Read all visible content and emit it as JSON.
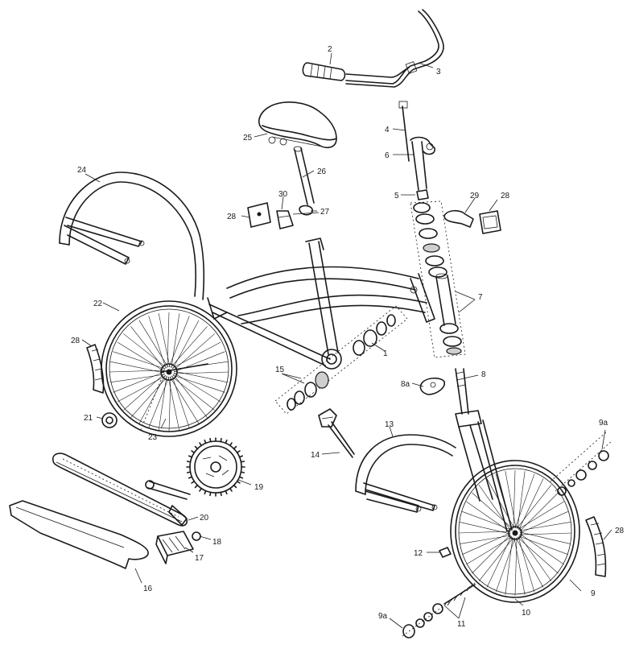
{
  "diagram": {
    "callouts": [
      {
        "id": "1",
        "text": "1"
      },
      {
        "id": "2",
        "text": "2"
      },
      {
        "id": "3",
        "text": "3"
      },
      {
        "id": "4",
        "text": "4"
      },
      {
        "id": "5",
        "text": "5"
      },
      {
        "id": "6",
        "text": "6"
      },
      {
        "id": "7",
        "text": "7"
      },
      {
        "id": "8",
        "text": "8"
      },
      {
        "id": "8a",
        "text": "8a"
      },
      {
        "id": "9",
        "text": "9"
      },
      {
        "id": "9a_top",
        "text": "9a"
      },
      {
        "id": "9a_bottom",
        "text": "9a"
      },
      {
        "id": "10",
        "text": "10"
      },
      {
        "id": "11",
        "text": "11"
      },
      {
        "id": "12",
        "text": "12"
      },
      {
        "id": "13",
        "text": "13"
      },
      {
        "id": "14",
        "text": "14"
      },
      {
        "id": "15",
        "text": "15"
      },
      {
        "id": "16",
        "text": "16"
      },
      {
        "id": "17",
        "text": "17"
      },
      {
        "id": "18",
        "text": "18"
      },
      {
        "id": "19",
        "text": "19"
      },
      {
        "id": "20",
        "text": "20"
      },
      {
        "id": "21",
        "text": "21"
      },
      {
        "id": "22",
        "text": "22"
      },
      {
        "id": "23",
        "text": "23"
      },
      {
        "id": "24",
        "text": "24"
      },
      {
        "id": "25",
        "text": "25"
      },
      {
        "id": "26",
        "text": "26"
      },
      {
        "id": "27",
        "text": "27"
      },
      {
        "id": "28_seat",
        "text": "28"
      },
      {
        "id": "28_head",
        "text": "28"
      },
      {
        "id": "28_rear",
        "text": "28"
      },
      {
        "id": "28_front",
        "text": "28"
      },
      {
        "id": "29",
        "text": "29"
      },
      {
        "id": "30",
        "text": "30"
      }
    ]
  }
}
